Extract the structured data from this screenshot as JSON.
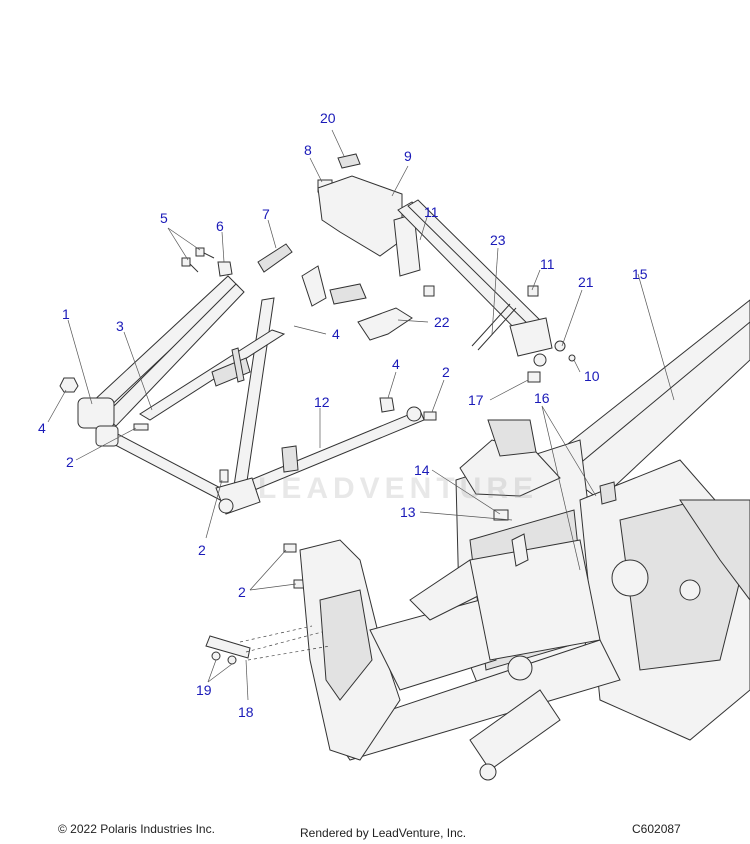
{
  "diagram": {
    "callouts": [
      {
        "id": "c1",
        "text": "1"
      },
      {
        "id": "c2a",
        "text": "2"
      },
      {
        "id": "c2b",
        "text": "2"
      },
      {
        "id": "c2c",
        "text": "2"
      },
      {
        "id": "c2d",
        "text": "2"
      },
      {
        "id": "c3",
        "text": "3"
      },
      {
        "id": "c4a",
        "text": "4"
      },
      {
        "id": "c4b",
        "text": "4"
      },
      {
        "id": "c4c",
        "text": "4"
      },
      {
        "id": "c5",
        "text": "5"
      },
      {
        "id": "c6",
        "text": "6"
      },
      {
        "id": "c7",
        "text": "7"
      },
      {
        "id": "c8",
        "text": "8"
      },
      {
        "id": "c9",
        "text": "9"
      },
      {
        "id": "c10",
        "text": "10"
      },
      {
        "id": "c11a",
        "text": "11"
      },
      {
        "id": "c11b",
        "text": "11"
      },
      {
        "id": "c12",
        "text": "12"
      },
      {
        "id": "c13",
        "text": "13"
      },
      {
        "id": "c14",
        "text": "14"
      },
      {
        "id": "c15",
        "text": "15"
      },
      {
        "id": "c16",
        "text": "16"
      },
      {
        "id": "c17",
        "text": "17"
      },
      {
        "id": "c18",
        "text": "18"
      },
      {
        "id": "c19",
        "text": "19"
      },
      {
        "id": "c20",
        "text": "20"
      },
      {
        "id": "c21",
        "text": "21"
      },
      {
        "id": "c22",
        "text": "22"
      },
      {
        "id": "c23",
        "text": "23"
      }
    ]
  },
  "watermark": "LEADVENTURE",
  "footer": {
    "copyright": "© 2022 Polaris Industries Inc.",
    "rendered_by": "Rendered by LeadVenture, Inc.",
    "diagram_code": "C602087"
  },
  "colors": {
    "callout_text": "#1a1ab8",
    "line_art": "#333333",
    "part_fill": "#f3f3f3"
  }
}
